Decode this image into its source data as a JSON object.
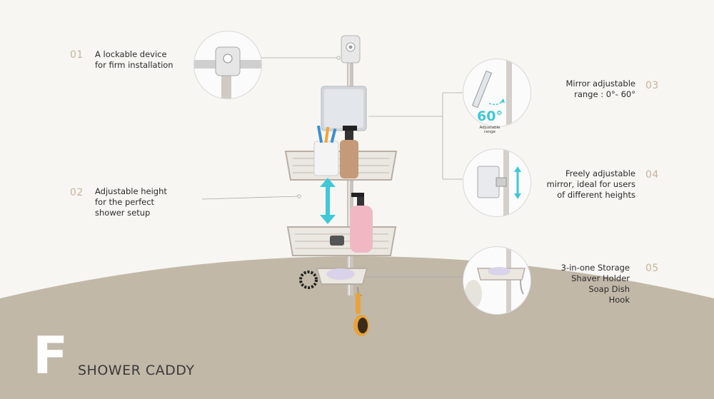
{
  "brand": {
    "letter": "F",
    "title": "SHOWER CADDY"
  },
  "colors": {
    "background": "#f7f6f2",
    "band": "#c2b8a8",
    "number": "#c6b49c",
    "accent": "#3fc8d8"
  },
  "features": [
    {
      "number": "01",
      "lines": [
        "A lockable device",
        "for firm installation"
      ]
    },
    {
      "number": "02",
      "lines": [
        "Adjustable height",
        "for the perfect",
        "shower setup"
      ]
    },
    {
      "number": "03",
      "lines": [
        "Mirror adjustable",
        "range : 0°- 60°"
      ]
    },
    {
      "number": "04",
      "lines": [
        "Freely adjustable",
        "mirror, ideal for users",
        "of different heights"
      ]
    },
    {
      "number": "05",
      "lines": [
        "3-in-one Storage",
        "Shaver Holder",
        "Soap Dish",
        "Hook"
      ]
    }
  ],
  "callout_mirror": {
    "degrees": "60°",
    "caption_1": "Adjustable",
    "caption_2": "range"
  }
}
